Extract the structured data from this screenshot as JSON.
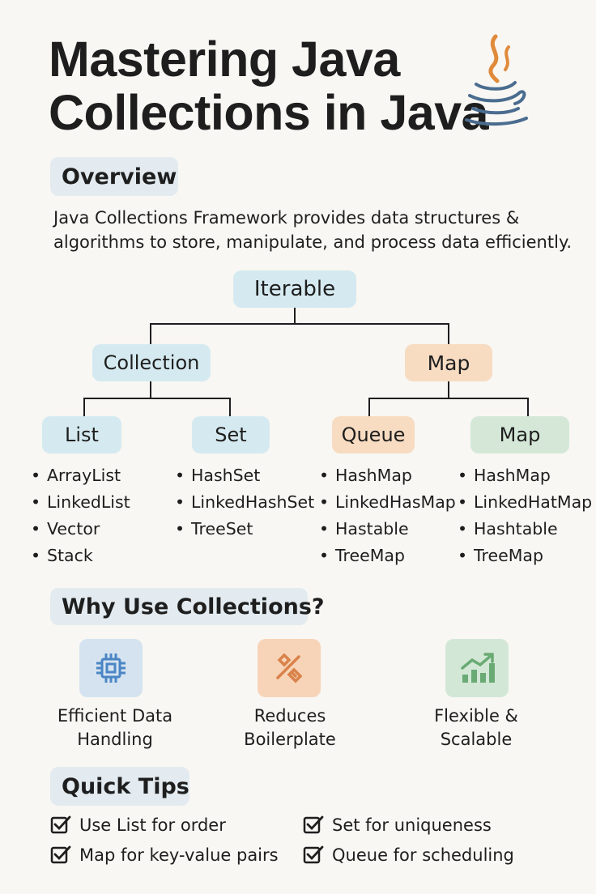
{
  "title": {
    "line1": "Mastering Java",
    "line2": "Collections in Java"
  },
  "overview": {
    "heading": "Overview",
    "line1": "Java Collections Framework provides data structures &",
    "line2": "algorithms to store, manipulate, and process data efficiently."
  },
  "hierarchy": {
    "root": "Iterable",
    "collection": "Collection",
    "map_top": "Map",
    "list": "List",
    "set": "Set",
    "queue": "Queue",
    "map": "Map"
  },
  "lists": {
    "list_items": [
      "ArrayList",
      "LinkedList",
      "Vector",
      "Stack"
    ],
    "set_items": [
      "HashSet",
      "LinkedHashSet",
      "TreeSet"
    ],
    "queue_items": [
      "HashMap",
      "LinkedHasMap",
      "Hastable",
      "TreeMap"
    ],
    "map_items": [
      "HashMap",
      "LinkedHatMap",
      "Hashtable",
      "TreeMap"
    ]
  },
  "why": {
    "heading": "Why Use Collections?",
    "items": [
      {
        "icon": "cpu-chip-icon",
        "line1": "Efficient Data",
        "line2": "Handling"
      },
      {
        "icon": "pencil-ruler-icon",
        "line1": "Reduces",
        "line2": "Boilerplate"
      },
      {
        "icon": "growth-chart-icon",
        "line1": "Flexible &",
        "line2": "Scalable"
      }
    ]
  },
  "tips": {
    "heading": "Quick Tips",
    "items": [
      "Use List for order",
      "Set for uniqueness",
      "Map for key-value pairs",
      "Queue for scheduling"
    ]
  },
  "colors": {
    "blue": "#d5eaf0",
    "orange": "#f7dcc2",
    "green": "#d5e8d8",
    "section": "#e3ebf0"
  }
}
